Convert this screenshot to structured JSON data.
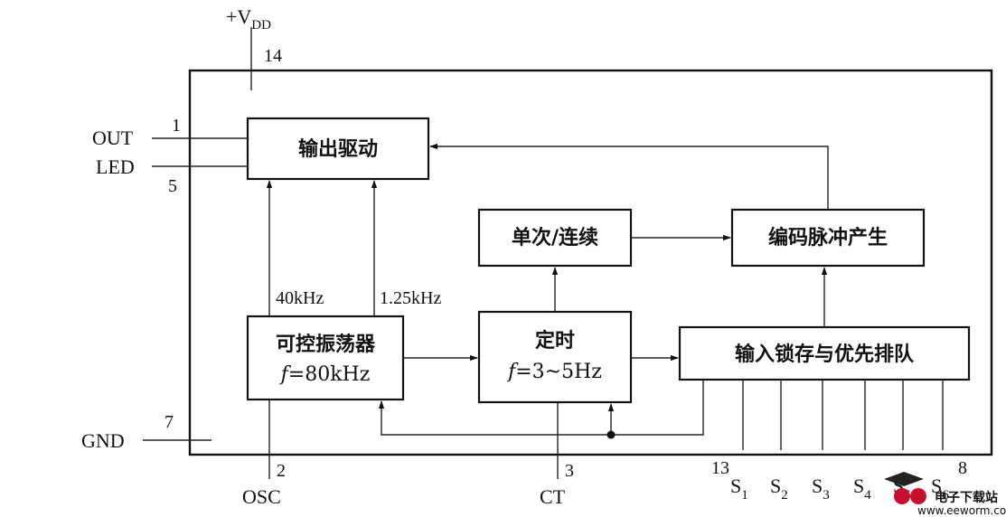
{
  "supply": {
    "label": "+V",
    "subscript": "DD",
    "pin": "14"
  },
  "blocks": {
    "output_driver": "输出驱动",
    "single_continuous": "单次/连续",
    "code_pulse_gen": "编码脉冲产生",
    "vco": {
      "title": "可控振荡器",
      "f_symbol": "f",
      "f_value": "=80kHz"
    },
    "timer": {
      "title": "定时",
      "f_symbol": "f",
      "f_value": "=3~5Hz"
    },
    "input_latch": "输入锁存与优先排队"
  },
  "frequencies": {
    "left": "40kHz",
    "right": "1.25kHz"
  },
  "pins": {
    "out": {
      "label": "OUT",
      "num": "1"
    },
    "led": {
      "label": "LED",
      "num": "5"
    },
    "gnd": {
      "label": "GND",
      "num": "7"
    },
    "osc": {
      "label": "OSC",
      "num": "2"
    },
    "ct": {
      "label": "CT",
      "num": "3"
    },
    "s_first_num": "13",
    "s_last_num": "8",
    "s1": {
      "letter": "S",
      "sub": "1"
    },
    "s2": {
      "letter": "S",
      "sub": "2"
    },
    "s3": {
      "letter": "S",
      "sub": "3"
    },
    "s4": {
      "letter": "S",
      "sub": "4"
    },
    "s5": {
      "letter": "S",
      "sub": "5"
    },
    "s6": {
      "letter": "S",
      "sub": "6"
    }
  },
  "watermark": {
    "brand": "电子下载站",
    "url": "www.eeworm.com"
  }
}
